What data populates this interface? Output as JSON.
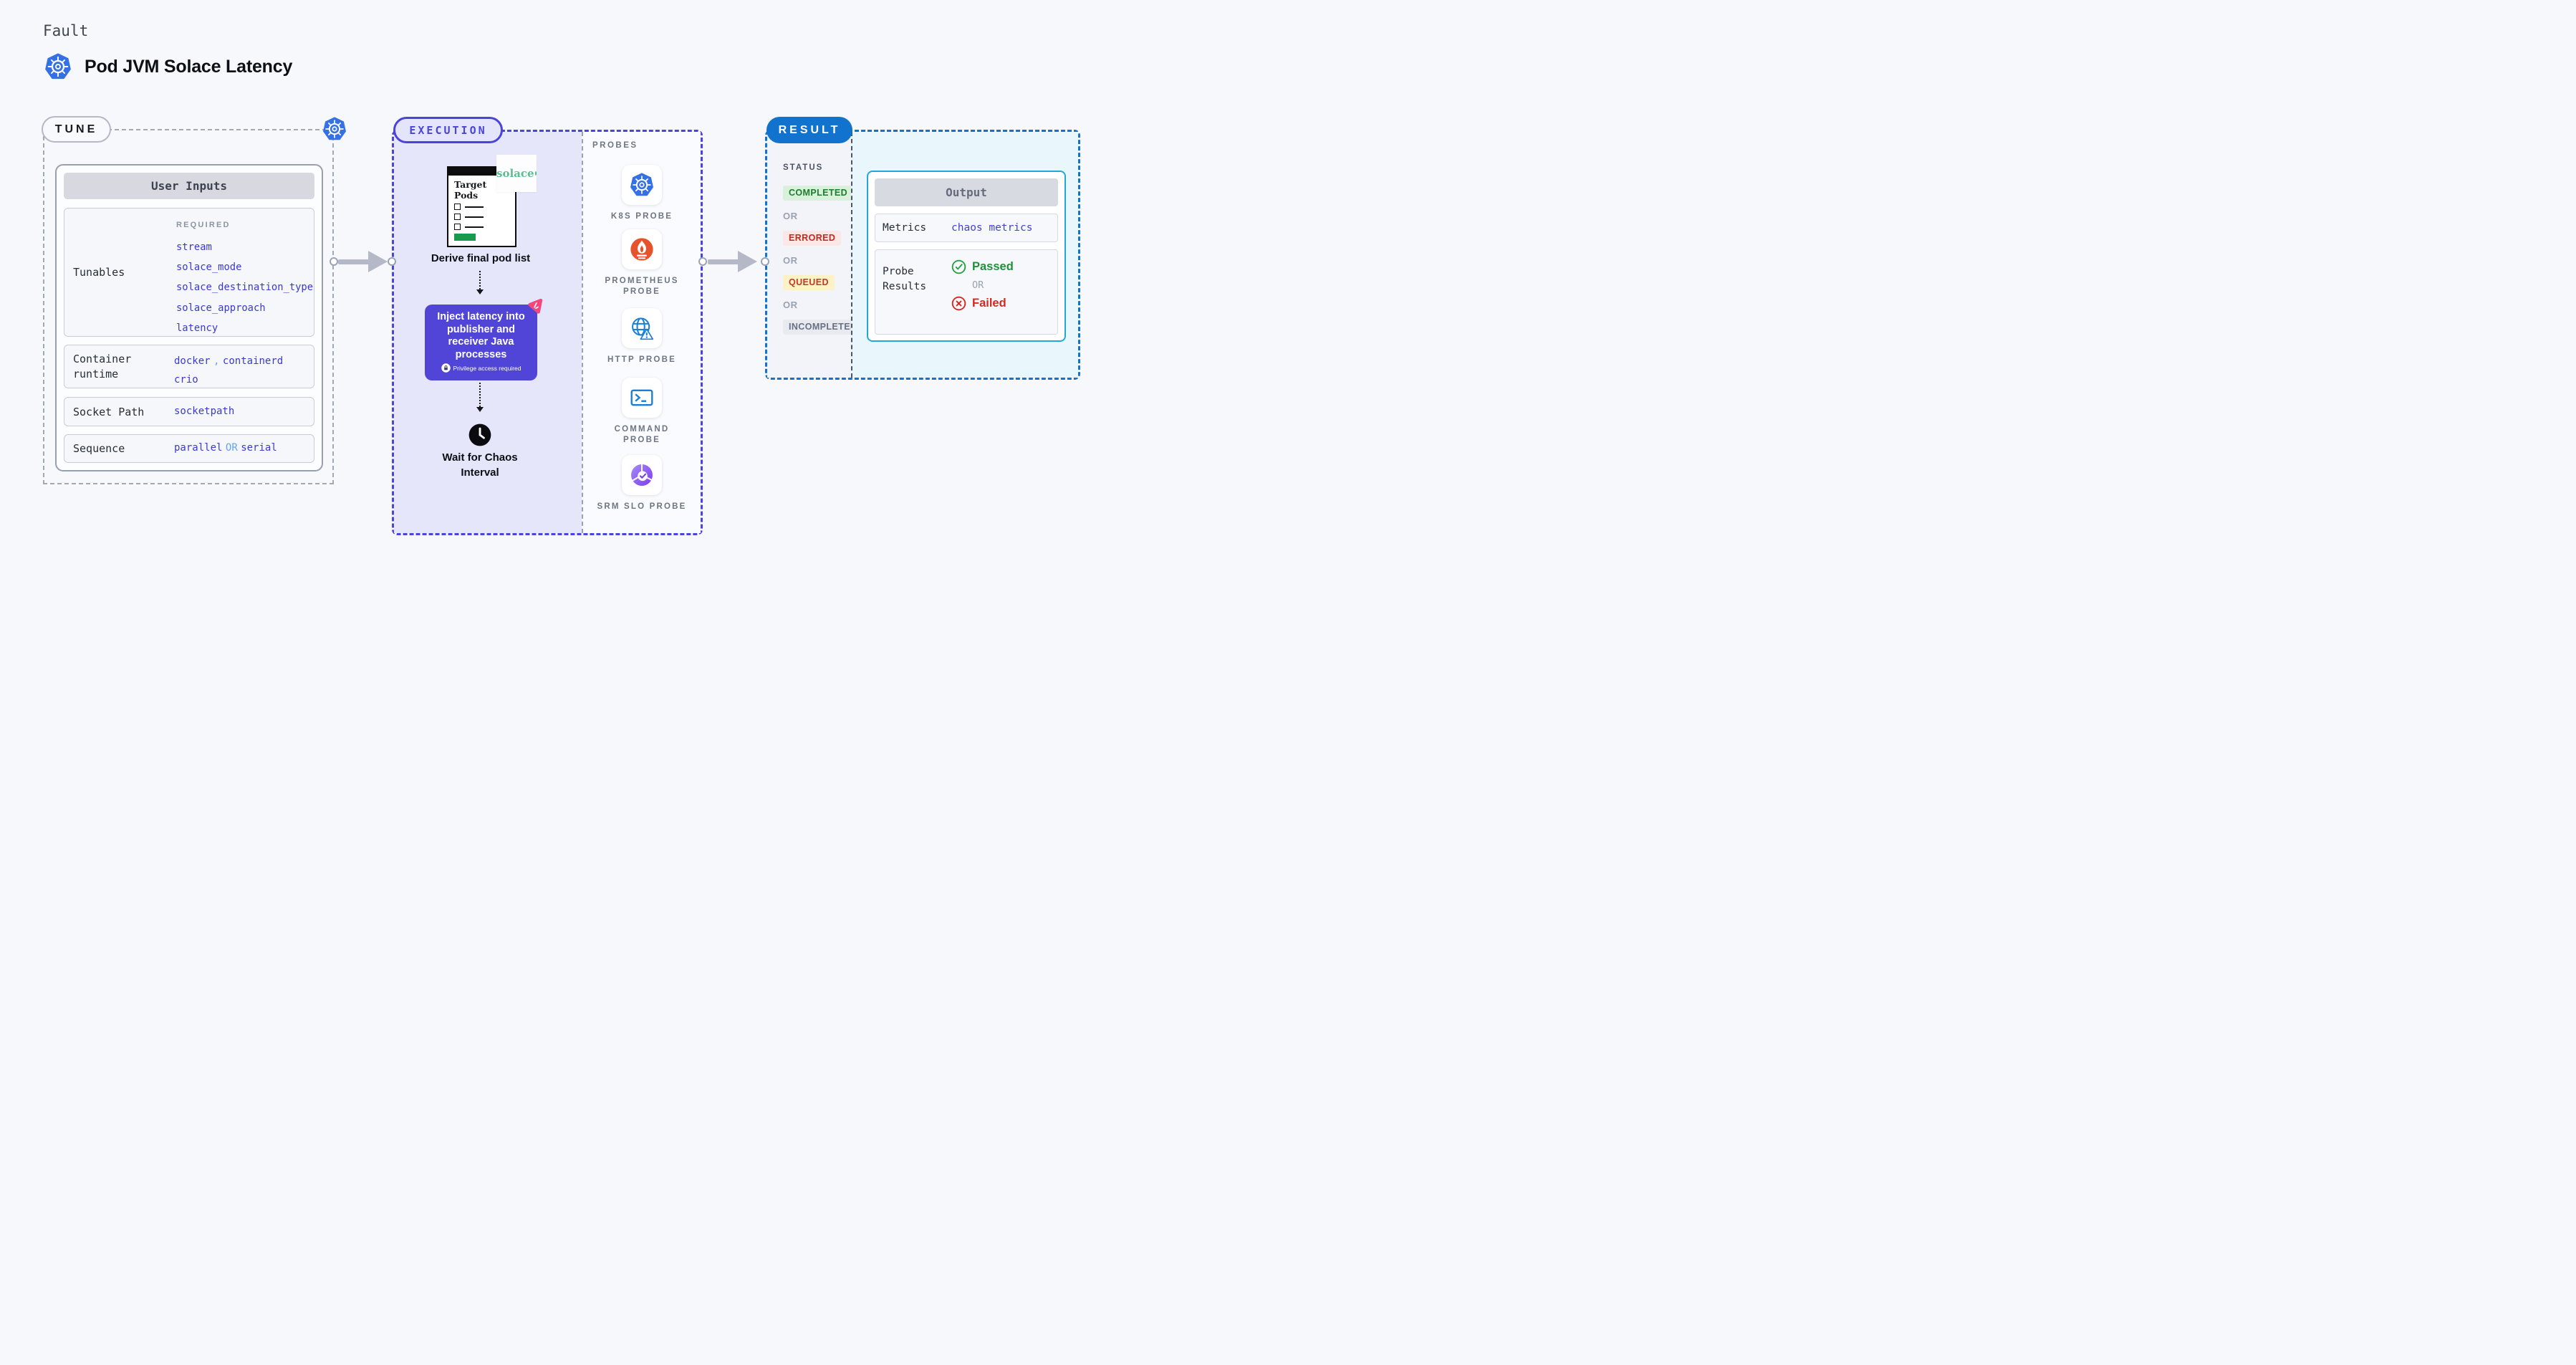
{
  "header": {
    "kind_label": "Fault",
    "title": "Pod JVM Solace Latency"
  },
  "tune": {
    "label": "TUNE",
    "user_inputs_title": "User Inputs",
    "tunables": {
      "label": "Tunables",
      "tag": "REQUIRED",
      "values": [
        "stream",
        "solace_mode",
        "solace_destination_type",
        "solace_approach",
        "latency"
      ]
    },
    "container_runtime": {
      "label": "Container runtime",
      "line1": [
        "docker",
        ",",
        "containerd"
      ],
      "line2": "crio"
    },
    "socket_path": {
      "label": "Socket Path",
      "value": "socketpath"
    },
    "sequence": {
      "label": "Sequence",
      "parts": [
        "parallel",
        "OR",
        "serial"
      ]
    }
  },
  "execution": {
    "label": "EXECUTION",
    "window_title": "Target Pods",
    "solace_brand": "solace",
    "derive_label": "Derive final pod list",
    "inject_label": "Inject latency into publisher and receiver Java processes",
    "privilege_label": "Privilege access required",
    "wait_label": "Wait for Chaos Interval"
  },
  "probes": {
    "label": "PROBES",
    "items": [
      {
        "name": "K8S PROBE",
        "icon": "kubernetes-icon"
      },
      {
        "name": "PROMETHEUS PROBE",
        "icon": "prometheus-icon"
      },
      {
        "name": "HTTP PROBE",
        "icon": "globe-warning-icon"
      },
      {
        "name": "COMMAND PROBE",
        "icon": "terminal-icon"
      },
      {
        "name": "SRM SLO PROBE",
        "icon": "slo-pie-check-icon"
      }
    ]
  },
  "result": {
    "label": "RESULT",
    "status_label": "STATUS",
    "or_label": "OR",
    "badges": [
      {
        "text": "COMPLETED",
        "type": "green"
      },
      {
        "text": "ERRORED",
        "type": "red"
      },
      {
        "text": "QUEUED",
        "type": "yellow"
      },
      {
        "text": "INCOMPLETED",
        "type": "gray"
      }
    ],
    "output": {
      "title": "Output",
      "metrics_label": "Metrics",
      "metrics_value": "chaos metrics",
      "probe_results_label": "Probe Results",
      "passed_label": "Passed",
      "or_label": "OR",
      "failed_label": "Failed"
    }
  },
  "colors": {
    "accent_indigo": "#4b44d9",
    "value_blue": "#3a3ad0",
    "light_blue": "#64a3f4",
    "lavender_bg": "#e6e6fb",
    "result_blue": "#1273ce",
    "cyan_border": "#23a7da",
    "cyan_bg": "#e9f6fc",
    "inject_purple": "#5145d8",
    "solace_green": "#5cbd92",
    "passed_green": "#1f9239",
    "failed_red": "#d5291f",
    "kubernetes_blue": "#3570e4",
    "prometheus_orange": "#e6522c",
    "chaos_pink": "#f2477e"
  }
}
